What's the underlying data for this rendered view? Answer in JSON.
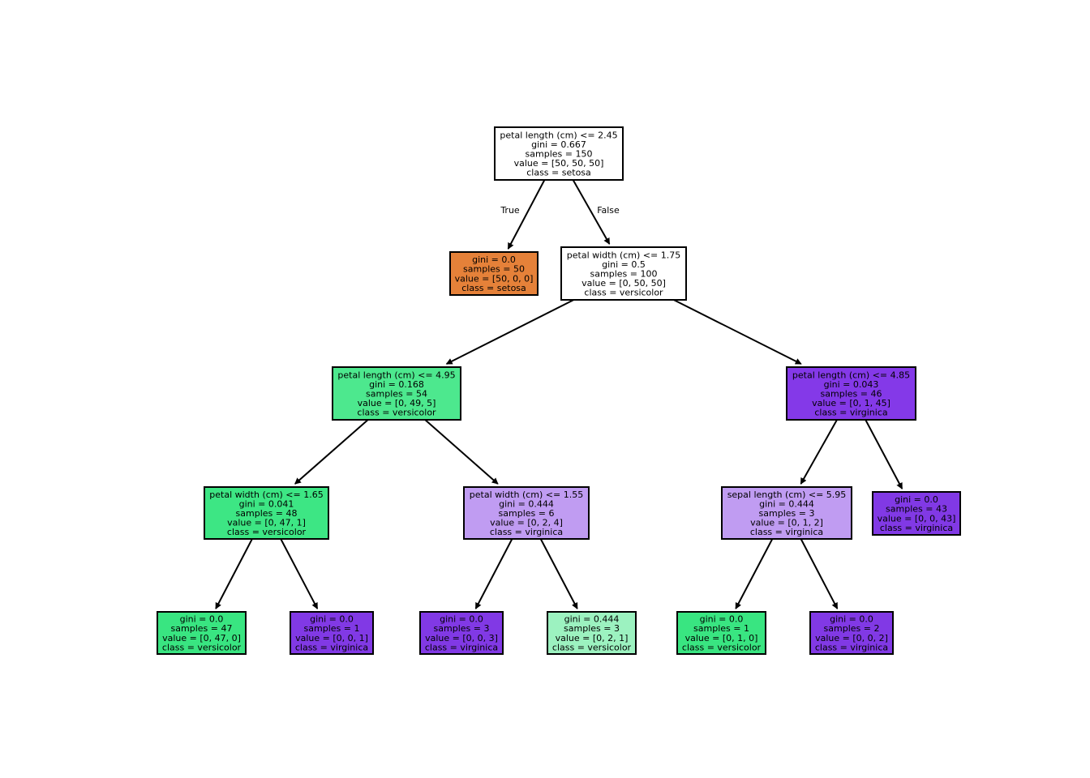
{
  "tree": {
    "nodes": [
      {
        "id": "n0",
        "fill": "#ffffff",
        "lines": [
          "petal length (cm) <= 2.45",
          "gini = 0.667",
          "samples = 150",
          "value = [50, 50, 50]",
          "class = setosa"
        ]
      },
      {
        "id": "n1",
        "fill": "#e58139",
        "lines": [
          "gini = 0.0",
          "samples = 50",
          "value = [50, 0, 0]",
          "class = setosa"
        ]
      },
      {
        "id": "n2",
        "fill": "#ffffff",
        "lines": [
          "petal width (cm) <= 1.75",
          "gini = 0.5",
          "samples = 100",
          "value = [0, 50, 50]",
          "class = versicolor"
        ]
      },
      {
        "id": "n3",
        "fill": "#4de88e",
        "lines": [
          "petal length (cm) <= 4.95",
          "gini = 0.168",
          "samples = 54",
          "value = [0, 49, 5]",
          "class = versicolor"
        ]
      },
      {
        "id": "n4",
        "fill": "#8439e8",
        "lines": [
          "petal length (cm) <= 4.85",
          "gini = 0.043",
          "samples = 46",
          "value = [0, 1, 45]",
          "class = virginica"
        ]
      },
      {
        "id": "n5",
        "fill": "#3de684",
        "lines": [
          "petal width (cm) <= 1.65",
          "gini = 0.041",
          "samples = 48",
          "value = [0, 47, 1]",
          "class = versicolor"
        ]
      },
      {
        "id": "n6",
        "fill": "#c09cf2",
        "lines": [
          "petal width (cm) <= 1.55",
          "gini = 0.444",
          "samples = 6",
          "value = [0, 2, 4]",
          "class = virginica"
        ]
      },
      {
        "id": "n7",
        "fill": "#c09cf2",
        "lines": [
          "sepal length (cm) <= 5.95",
          "gini = 0.444",
          "samples = 3",
          "value = [0, 1, 2]",
          "class = virginica"
        ]
      },
      {
        "id": "n8",
        "fill": "#8139e5",
        "lines": [
          "gini = 0.0",
          "samples = 43",
          "value = [0, 0, 43]",
          "class = virginica"
        ]
      },
      {
        "id": "n9",
        "fill": "#39e581",
        "lines": [
          "gini = 0.0",
          "samples = 47",
          "value = [0, 47, 0]",
          "class = versicolor"
        ]
      },
      {
        "id": "n10",
        "fill": "#8139e5",
        "lines": [
          "gini = 0.0",
          "samples = 1",
          "value = [0, 0, 1]",
          "class = virginica"
        ]
      },
      {
        "id": "n11",
        "fill": "#8139e5",
        "lines": [
          "gini = 0.0",
          "samples = 3",
          "value = [0, 0, 3]",
          "class = virginica"
        ]
      },
      {
        "id": "n12",
        "fill": "#9cf2c0",
        "lines": [
          "gini = 0.444",
          "samples = 3",
          "value = [0, 2, 1]",
          "class = versicolor"
        ]
      },
      {
        "id": "n13",
        "fill": "#39e581",
        "lines": [
          "gini = 0.0",
          "samples = 1",
          "value = [0, 1, 0]",
          "class = versicolor"
        ]
      },
      {
        "id": "n14",
        "fill": "#8139e5",
        "lines": [
          "gini = 0.0",
          "samples = 2",
          "value = [0, 0, 2]",
          "class = virginica"
        ]
      }
    ],
    "edges": [
      {
        "from": "n0",
        "to": "n1",
        "label": "True"
      },
      {
        "from": "n0",
        "to": "n2",
        "label": "False"
      },
      {
        "from": "n2",
        "to": "n3",
        "label": ""
      },
      {
        "from": "n2",
        "to": "n4",
        "label": ""
      },
      {
        "from": "n3",
        "to": "n5",
        "label": ""
      },
      {
        "from": "n3",
        "to": "n6",
        "label": ""
      },
      {
        "from": "n4",
        "to": "n7",
        "label": ""
      },
      {
        "from": "n4",
        "to": "n8",
        "label": ""
      },
      {
        "from": "n5",
        "to": "n9",
        "label": ""
      },
      {
        "from": "n5",
        "to": "n10",
        "label": ""
      },
      {
        "from": "n6",
        "to": "n11",
        "label": ""
      },
      {
        "from": "n6",
        "to": "n12",
        "label": ""
      },
      {
        "from": "n7",
        "to": "n13",
        "label": ""
      },
      {
        "from": "n7",
        "to": "n14",
        "label": ""
      }
    ]
  }
}
